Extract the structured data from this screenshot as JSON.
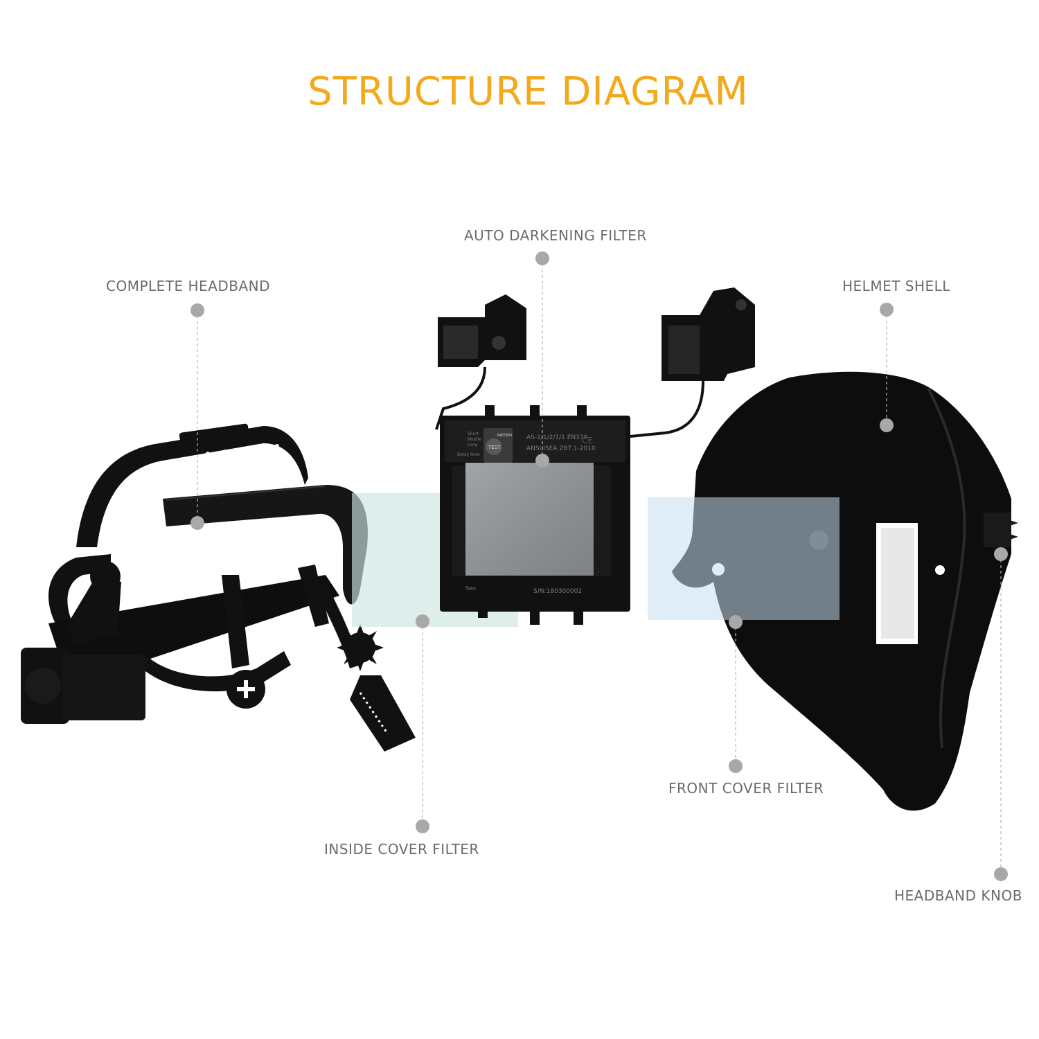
{
  "title": "STRUCTURE DIAGRAM",
  "colors": {
    "title": "#f2a91c",
    "part": "#111111",
    "label": "#6a6a6a",
    "leader": "#b4b4b4"
  },
  "labels": {
    "auto_darkening_filter": "AUTO DARKENING FILTER",
    "complete_headband": "COMPLETE HEADBAND",
    "helmet_shell": "HELMET SHELL",
    "front_cover_filter": "FRONT COVER FILTER",
    "inside_cover_filter": "INSIDE COVER FILTER",
    "headband_knob": "HEADBAND KNOB"
  },
  "filter_markings": {
    "short": "Short",
    "middle": "Middle",
    "long": "Long",
    "delay_time": "Delay time",
    "battery": "BATTERY",
    "test": "TEST",
    "standards_1": "AS-1/1/2/1/1 EN379",
    "standards_2": "ANSI/ISEA Z87.1-2010",
    "serial": "S/N:180300002",
    "sen": "Sen"
  }
}
